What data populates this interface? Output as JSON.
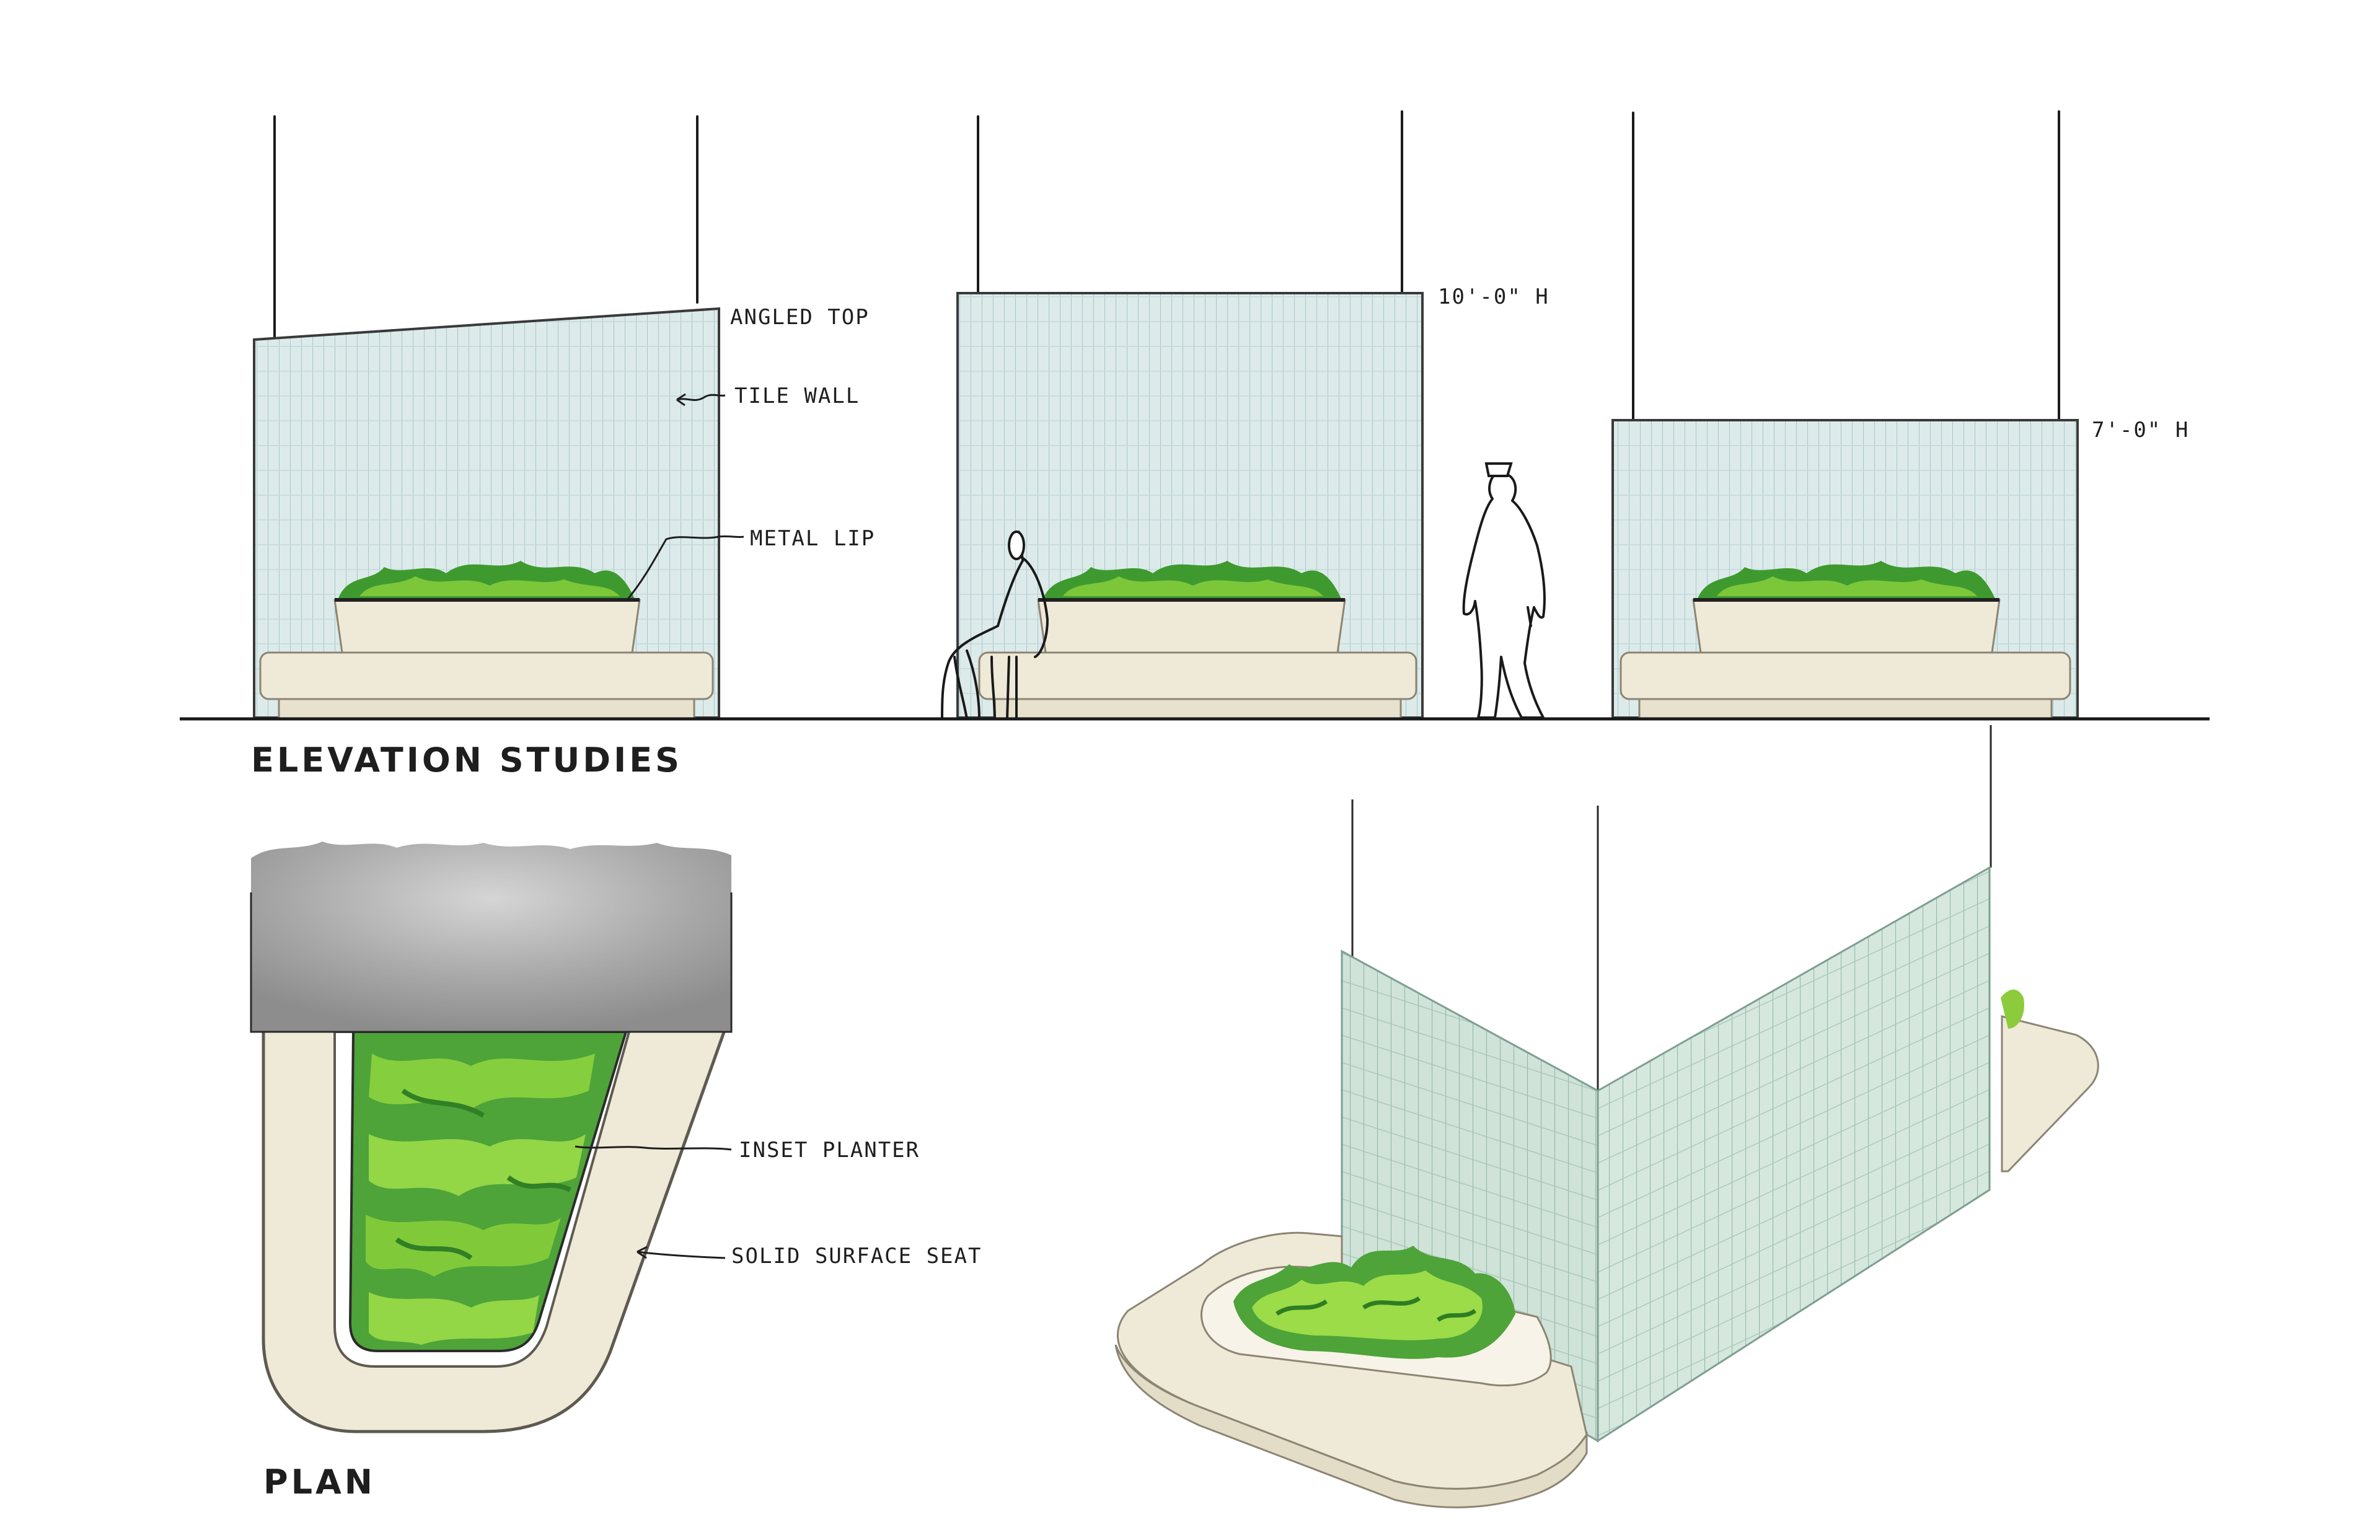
{
  "labels": {
    "angled_top": "ANGLED TOP",
    "tile_wall": "TILE WALL",
    "metal_lip": "METAL LIP",
    "height_10": "10'-0\" H",
    "height_7": "7'-0\" H",
    "elevation_studies": "ELEVATION STUDIES",
    "inset_planter": "INSET PLANTER",
    "solid_surface_seat": "SOLID SURFACE SEAT",
    "plan": "PLAN"
  },
  "colors": {
    "tile": "#dcebea",
    "tile_line": "#a9c4c9",
    "seat": "#efe9d8",
    "seat_edge": "#8c8573",
    "plant_dark": "#2f8a2a",
    "plant_light": "#8ccc3c",
    "column_gray": "#9a9a9a",
    "iso_tile": "#cfe3d8"
  }
}
